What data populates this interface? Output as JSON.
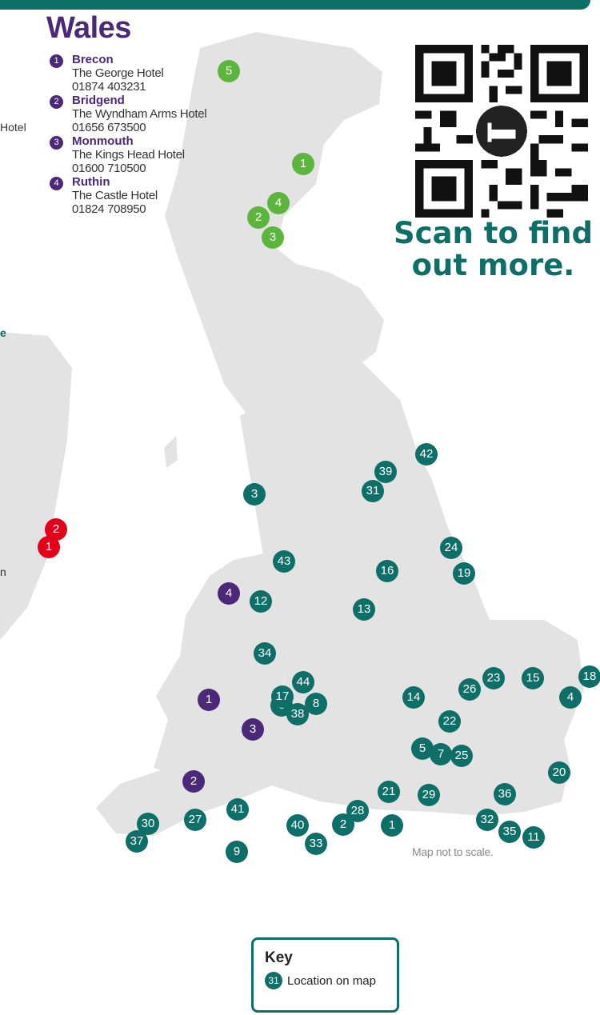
{
  "region_title": "Wales",
  "wales_hotels": [
    {
      "num": "1",
      "town": "Brecon",
      "hotel": "The George Hotel",
      "phone": "01874 403231"
    },
    {
      "num": "2",
      "town": "Bridgend",
      "hotel": "The Wyndham Arms Hotel",
      "phone": "01656 673500"
    },
    {
      "num": "3",
      "town": "Monmouth",
      "hotel": "The Kings Head Hotel",
      "phone": "01600 710500"
    },
    {
      "num": "4",
      "town": "Ruthin",
      "hotel": "The Castle Hotel",
      "phone": "01824 708950"
    }
  ],
  "cut_off_texts": {
    "hotel": "Hotel",
    "e": "e",
    "n": "n"
  },
  "qr_caption_line1": "Scan to find",
  "qr_caption_line2": "out more.",
  "scale_note": "Map not to scale.",
  "key": {
    "title": "Key",
    "sample_number": "31",
    "label": "Location on map"
  },
  "colors": {
    "teal": "#0e6e68",
    "purple": "#4b2878",
    "green": "#5cb53d",
    "red": "#e2001a",
    "land": "#e3e3e3"
  },
  "markers": {
    "scotland": [
      "5",
      "1",
      "4",
      "2",
      "3"
    ],
    "ireland": [
      "2",
      "1"
    ],
    "wales": [
      "4",
      "1",
      "3",
      "2"
    ],
    "england": [
      "3",
      "42",
      "39",
      "31",
      "24",
      "19",
      "43",
      "16",
      "12",
      "13",
      "34",
      "6",
      "8",
      "14",
      "23",
      "15",
      "26",
      "18",
      "44",
      "17",
      "22",
      "38",
      "4",
      "5",
      "7",
      "25",
      "20",
      "21",
      "29",
      "36",
      "28",
      "41",
      "27",
      "2",
      "1",
      "40",
      "32",
      "35",
      "11",
      "33",
      "30",
      "9",
      "37"
    ]
  }
}
